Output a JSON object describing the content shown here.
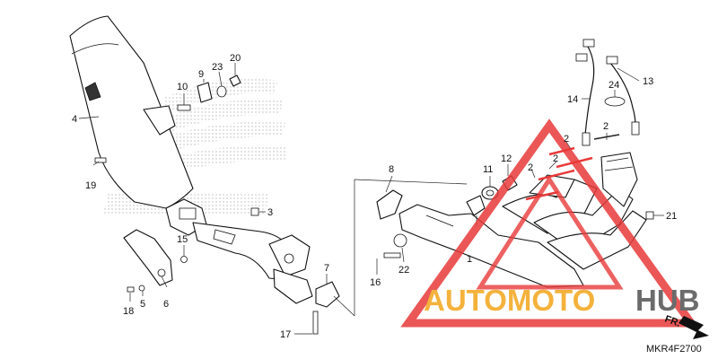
{
  "diagram_code": "MKR4F2700",
  "direction_label": "FR.",
  "watermark": {
    "word1": "AUTOMOTO",
    "word2": "HUB",
    "color1": "#f4b23c",
    "color2": "#6b6b6b",
    "triangle_color": "#e83a3a"
  },
  "callouts": [
    {
      "id": "c1",
      "label": "1"
    },
    {
      "id": "c2a",
      "label": "2"
    },
    {
      "id": "c2b",
      "label": "2"
    },
    {
      "id": "c2c",
      "label": "2"
    },
    {
      "id": "c2d",
      "label": "2"
    },
    {
      "id": "c3",
      "label": "3"
    },
    {
      "id": "c4",
      "label": "4"
    },
    {
      "id": "c5",
      "label": "5"
    },
    {
      "id": "c6",
      "label": "6"
    },
    {
      "id": "c7",
      "label": "7"
    },
    {
      "id": "c8",
      "label": "8"
    },
    {
      "id": "c9",
      "label": "9"
    },
    {
      "id": "c10",
      "label": "10"
    },
    {
      "id": "c11",
      "label": "11"
    },
    {
      "id": "c12",
      "label": "12"
    },
    {
      "id": "c13",
      "label": "13"
    },
    {
      "id": "c14",
      "label": "14"
    },
    {
      "id": "c15",
      "label": "15"
    },
    {
      "id": "c16",
      "label": "16"
    },
    {
      "id": "c17",
      "label": "17"
    },
    {
      "id": "c18",
      "label": "18"
    },
    {
      "id": "c19",
      "label": "19"
    },
    {
      "id": "c20",
      "label": "20"
    },
    {
      "id": "c21",
      "label": "21"
    },
    {
      "id": "c22",
      "label": "22"
    },
    {
      "id": "c23",
      "label": "23"
    },
    {
      "id": "c24",
      "label": "24"
    }
  ]
}
